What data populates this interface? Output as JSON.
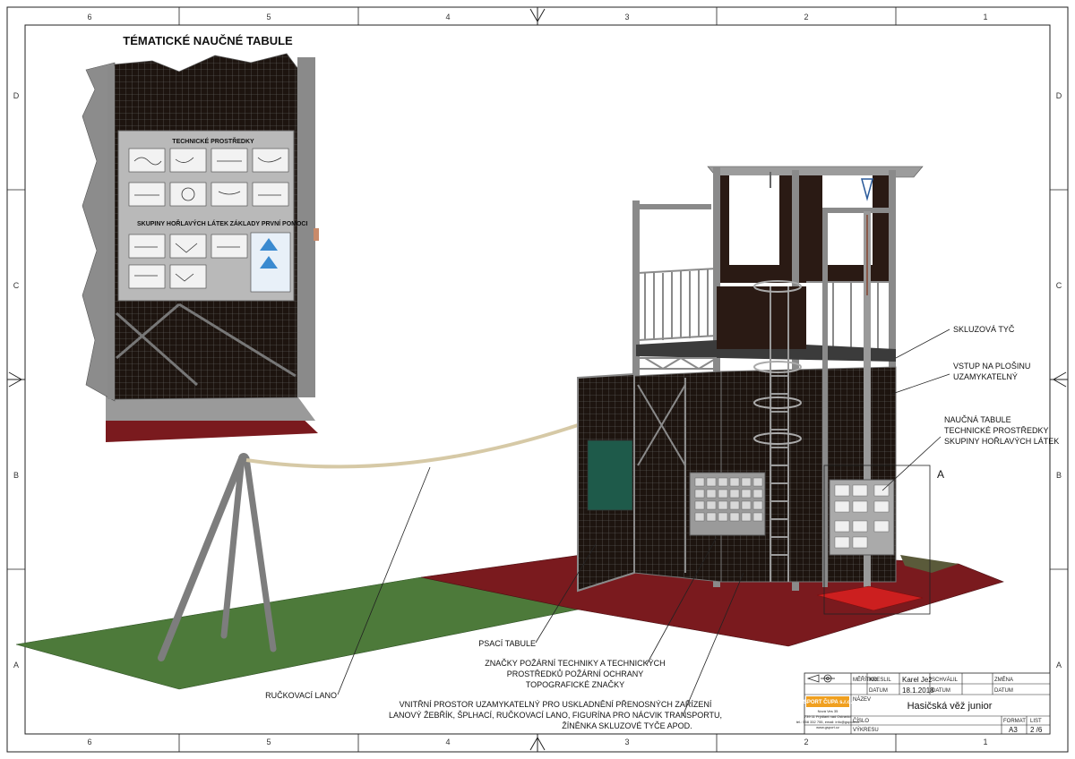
{
  "grid": {
    "columns": [
      "6",
      "5",
      "4",
      "3",
      "2",
      "1"
    ],
    "rows": [
      "D",
      "C",
      "B",
      "A"
    ]
  },
  "inset": {
    "title": "TÉMATICKÉ NAUČNÉ TABULE",
    "panel_labels": [
      "TECHNICKÉ PROSTŘEDKY",
      "SKUPINY HOŘLAVÝCH LÁTEK",
      "ZÁKLADY PRVNÍ POMOCI"
    ]
  },
  "callouts": {
    "skluzova_tyc": "SKLUZOVÁ TYČ",
    "vstup_1": "VSTUP NA PLOŠINU",
    "vstup_2": "UZAMYKATELNÝ",
    "naucna_1": "NAUČNÁ TABULE",
    "naucna_2": "TECHNICKÉ PROSTŘEDKY",
    "naucna_3": "SKUPINY HOŘLAVÝCH LÁTEK",
    "detail_a": "A",
    "psaci": "PSACÍ TABULE",
    "znacky_1": "ZNAČKY POŽÁRNÍ TECHNIKY A TECHNICKÝCH",
    "znacky_2": "PROSTŘEDKŮ POŽÁRNÍ OCHRANY",
    "znacky_3": "TOPOGRAFICKÉ ZNAČKY",
    "vnitrni_1": "VNITŘNÍ PROSTOR UZAMYKATELNÝ PRO USKLADNĚNÍ PŘENOSNÝCH ZAŘÍZENÍ",
    "vnitrni_2": "LANOVÝ ŽEBŘÍK, ŠPLHACÍ, RUČKOVACÍ LANO, FIGURÍNA PRO NÁCVIK TRANSPORTU,",
    "vnitrni_3": "ŽÍNĚNKA SKLUZOVÉ TYČE APOD.",
    "ruckovaci": "RUČKOVACÍ LANO"
  },
  "title_block": {
    "meritko_label": "MĚŘÍTKO",
    "kreslil_label": "KRESLIL",
    "kreslil_value": "Karel Jež",
    "schvalil_label": "SCHVÁLIL",
    "zmena_label": "ZMĚNA",
    "datum_label": "DATUM",
    "datum_value": "18.1.2018",
    "nazev_label": "NÁZEV",
    "nazev_value": "Hasičská věž junior",
    "company_name": "SPORT ČUPA s.r.o.",
    "company_line1": "Nová Ves 35",
    "company_line2": "739 11 Frýdlant nad Ostravicí",
    "company_line3": "tel.: 558 332 755, email: info@gsport.cz",
    "company_line4": "www.gsport.cz",
    "cislo_label": "ČÍSLO",
    "vykresu_label": "VÝKRESU",
    "format_label": "FORMAT",
    "format_value": "A3",
    "list_label": "LIST",
    "list_value": "2 /6"
  },
  "colors": {
    "mat_red": "#7a1a1e",
    "mat_green": "#4d7a3a",
    "frame_grey": "#8a8a8a",
    "panel_dark": "#2a1a14",
    "board_green": "#1e5a4a",
    "slide_base": "#cc1f1f"
  }
}
